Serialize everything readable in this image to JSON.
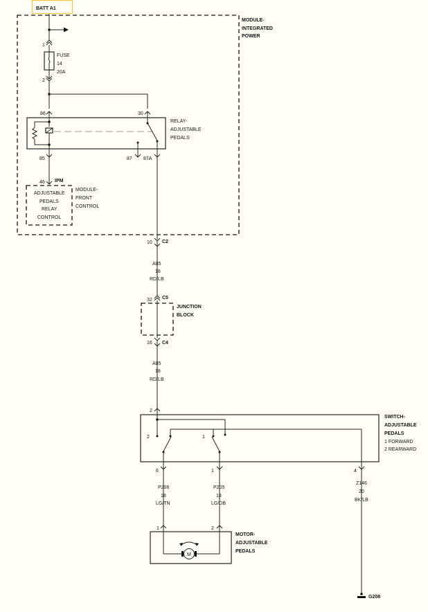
{
  "source": {
    "label": "BATT A1",
    "highlight_color": "#f5c842"
  },
  "modules": {
    "integrated_power": [
      "MODULE-",
      "INTEGRATED",
      "POWER"
    ],
    "relay": [
      "RELAY-",
      "ADJUSTABLE",
      "PEDALS"
    ],
    "front_control": [
      "MODULE-",
      "FRONT",
      "CONTROL"
    ],
    "junction_block": [
      "JUNCTION",
      "BLOCK"
    ],
    "switch": [
      "SWITCH-",
      "ADJUSTABLE",
      "PEDALS"
    ],
    "switch_positions": [
      "1 FORWARD",
      "2 REARWARD"
    ],
    "motor": [
      "MOTOR-",
      "ADJUSTABLE",
      "PEDALS"
    ]
  },
  "fuse": {
    "lines": [
      "FUSE",
      "14",
      "20A"
    ],
    "pin_in": "1",
    "pin_out": "2"
  },
  "relay_pins": {
    "p86": "86",
    "p30": "30",
    "p85": "85",
    "p87": "87",
    "p87a": "87A"
  },
  "ipm": {
    "pin": "46",
    "connector": "IPM",
    "function": [
      "ADJUSTABLE",
      "PEDALS",
      "RELAY",
      "CONTROL"
    ]
  },
  "connectors": {
    "c2": {
      "pin": "10",
      "name": "C2"
    },
    "c5": {
      "pin": "32",
      "name": "C5"
    },
    "c4": {
      "pin": "16",
      "name": "C4"
    }
  },
  "wires": {
    "a85_upper": [
      "A85",
      "18",
      "RD/LB"
    ],
    "a85_lower": [
      "A85",
      "18",
      "RD/LB"
    ],
    "p206": [
      "P206",
      "18",
      "LG/TN"
    ],
    "p205": [
      "P205",
      "18",
      "LG/DB"
    ],
    "z146": [
      "Z146",
      "20",
      "BK/LB"
    ]
  },
  "switch_pins": {
    "in": "2",
    "out1": "6",
    "out2": "1",
    "out3": "4",
    "pos_left": "2",
    "pos_right": "1"
  },
  "motor_pins": {
    "left": "1",
    "right": "2",
    "symbol": "M"
  },
  "ground": {
    "label": "G208"
  }
}
